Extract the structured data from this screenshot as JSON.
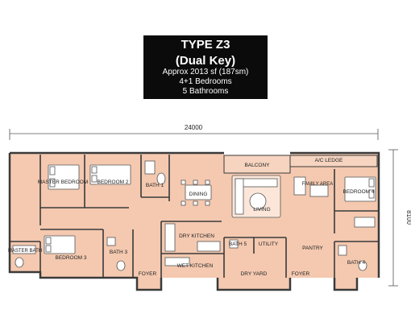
{
  "header": {
    "type": "TYPE Z3",
    "subtitle": "(Dual Key)",
    "area": "Approx 2013 sf (187sm)",
    "bedrooms": "4+1 Bedrooms",
    "bathrooms": "5 Bathrooms"
  },
  "dimensions": {
    "width": "24000",
    "height": "8100"
  },
  "rooms": {
    "master_bedroom": "MASTER BEDROOM",
    "bedroom2": "BEDROOM 2",
    "bath1": "BATH 1",
    "dining": "DINING",
    "balcony": "BALCONY",
    "ac_ledge": "A/C LEDGE",
    "living": "LIVING",
    "family_area": "FAMILY AREA",
    "bedroom4": "BEDROOM 4",
    "master_bath": "MASTER BATH",
    "bedroom3": "BEDROOM 3",
    "bath3": "BATH 3",
    "dry_kitchen": "DRY KITCHEN",
    "bath5": "BATH 5",
    "utility": "UTILITY",
    "pantry": "PANTRY",
    "foyer_left": "FOYER",
    "wet_kitchen": "WET KITCHEN",
    "dry_yard": "DRY YARD",
    "foyer_right": "FOYER",
    "bath4": "BATH 4"
  },
  "colors": {
    "floor": "#f4c9b0",
    "wall": "#3a3a3a",
    "header_bg": "#0b0b0b"
  }
}
